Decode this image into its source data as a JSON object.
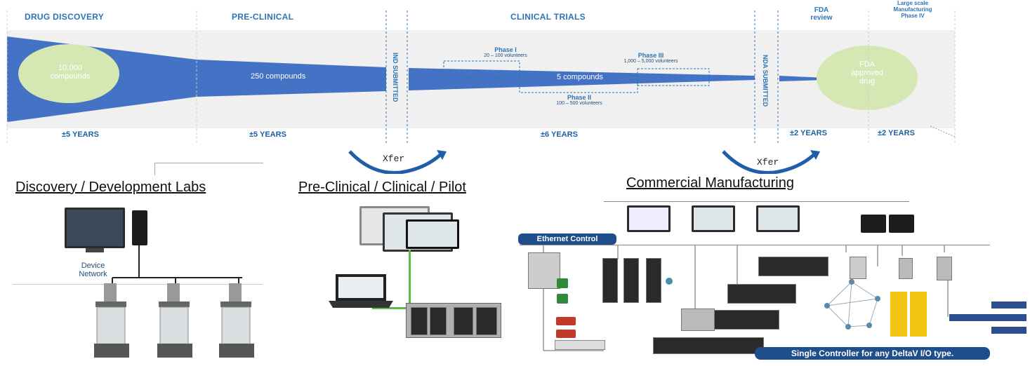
{
  "timeline": {
    "stages": {
      "drug_discovery": "DRUG DISCOVERY",
      "pre_clinical": "PRE-CLINICAL",
      "clinical_trials": "CLINICAL TRIALS",
      "fda_review": "FDA\nreview",
      "phase_iv": "Large scale\nManufacturing\nPhase IV"
    },
    "funnel": {
      "compounds_10000": "10,000\ncompounds",
      "compounds_250": "250 compounds",
      "compounds_5": "5 compounds",
      "approved": "FDA\napproved\ndrug"
    },
    "submissions": {
      "ind": "IND SUBMITTED",
      "nda": "NDA SUBMITTED"
    },
    "phases": {
      "phase1_label": "Phase I",
      "phase1_sub": "20 – 100 volunteers",
      "phase2_label": "Phase II",
      "phase2_sub": "100 – 500 volunteers",
      "phase3_label": "Phase III",
      "phase3_sub": "1,000 – 5,000 volunteers"
    },
    "durations": {
      "discovery": "±5 YEARS",
      "preclinical": "±5 YEARS",
      "clinical": "±6 YEARS",
      "fda": "±2 YEARS",
      "phase4": "±2 YEARS"
    }
  },
  "transfers": {
    "xfer1": "Xfer",
    "xfer2": "Xfer"
  },
  "sections": {
    "labs": "Discovery / Development Labs",
    "clinical": "Pre-Clinical / Clinical / Pilot",
    "commercial": "Commercial Manufacturing"
  },
  "labels": {
    "device_network": "Device\nNetwork",
    "ethernet_control": "Ethernet Control",
    "single_controller": "Single Controller for any DeltaV I/O type."
  },
  "colors": {
    "funnel": "#4472c4",
    "band": "#f0f0f0",
    "circle": "#d5e8b4",
    "accent": "#2e74b5",
    "badge": "#1f4e8c"
  }
}
